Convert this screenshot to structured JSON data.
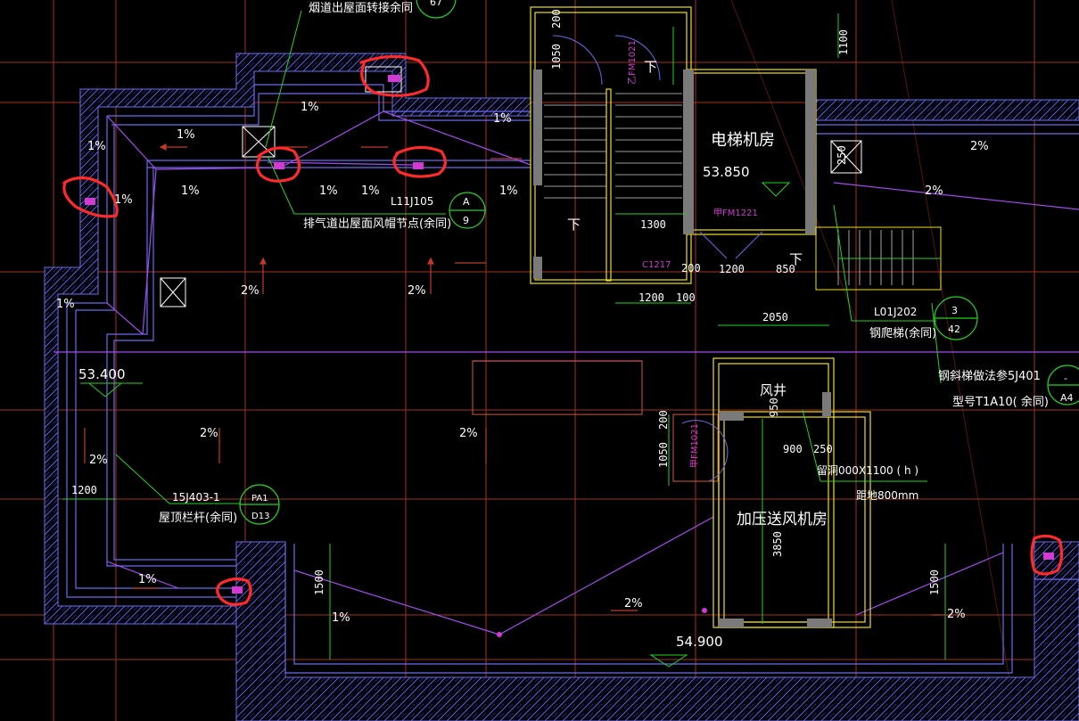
{
  "colors": {
    "background": "#000000",
    "grid": "#c0392b",
    "wall_blue": "#6b6bf0",
    "purple": "#a64bf4",
    "green": "#22d422",
    "yellow": "#f0e020",
    "markup_red": "#ff2a2a",
    "text": "#ffffff"
  },
  "texts": {
    "flue_note": "烟道出屋面转接余同",
    "ref_67": "67",
    "exhaust_code": "L11J105",
    "exhaust_note": "排气道出屋面风帽节点(余同)",
    "exhaust_ref_top": "A",
    "exhaust_ref_bottom": "9",
    "elevator_room": "电梯机房",
    "elev_53850": "53.850",
    "elev_53400": "53.400",
    "elev_54900": "54.900",
    "down_1": "下",
    "down_2": "下",
    "down_3": "下",
    "door_fm1021": "乙FM1021",
    "door_fm1221": "甲FM1221",
    "window_c1217": "C1217",
    "ladder_code": "L01J202",
    "ladder_note": "钢爬梯(余同)",
    "ladder_ref_top": "3",
    "ladder_ref_bottom": "42",
    "stair_note": "钢斜梯做法参5J401",
    "stair_type": "型号T1A10(   余同)",
    "stair_ref_top": "-",
    "stair_ref_bottom": "A4",
    "air_shaft": "风井",
    "pressure_fan_room": "加压送风机房",
    "opening_note": "留洞000X1100  ( h )",
    "opening_height": "距地800mm",
    "door_fm1021b": "甲FM1021",
    "railing_code": "15J403-1",
    "railing_note": "屋顶栏杆(余同)",
    "railing_ref_top": "PA1",
    "railing_ref_bottom": "D13",
    "slope_1": "1%",
    "slope_2": "2%"
  },
  "dims": {
    "d200": "200",
    "d1050": "1050",
    "d1100": "1100",
    "d1300": "1300",
    "d1200": "1200",
    "d100": "100",
    "d850": "850",
    "d2050": "2050",
    "d900": "900",
    "d250": "250",
    "d3850": "3850",
    "d1500": "1500",
    "d950": "950"
  },
  "markups": [
    "red-circle-flue-top",
    "red-circle-vent-left",
    "red-circle-vent-mid",
    "red-circle-vent-right-mid",
    "red-circle-drain-left",
    "red-circle-drain-right"
  ]
}
